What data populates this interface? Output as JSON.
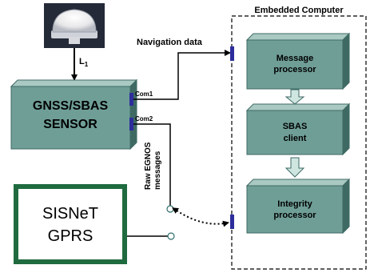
{
  "colors": {
    "box_face": "#6f9e97",
    "box_top": "#a9c9c2",
    "box_side": "#3f6a64",
    "port": "#2d2d9c",
    "sisnet_border": "#1f6b3f",
    "arrow_fill": "#cfe6e0"
  },
  "antenna": {
    "icon": "gnss-antenna-icon",
    "link_label_main": "L",
    "link_label_sub": "1"
  },
  "sensor": {
    "line1": "GNSS/SBAS",
    "line2": "SENSOR",
    "port1_label": "Com1",
    "port2_label": "Com2"
  },
  "links": {
    "navigation_data": "Navigation data",
    "raw_egnos_line1": "Raw EGNOS",
    "raw_egnos_line2": "messages"
  },
  "sisnet": {
    "line1": "SISNeT",
    "line2": "GPRS"
  },
  "embedded": {
    "title": "Embedded Computer",
    "blocks": [
      {
        "line1": "Message",
        "line2": "processor"
      },
      {
        "line1": "SBAS",
        "line2": "client"
      },
      {
        "line1": "Integrity",
        "line2": "processor"
      }
    ]
  }
}
